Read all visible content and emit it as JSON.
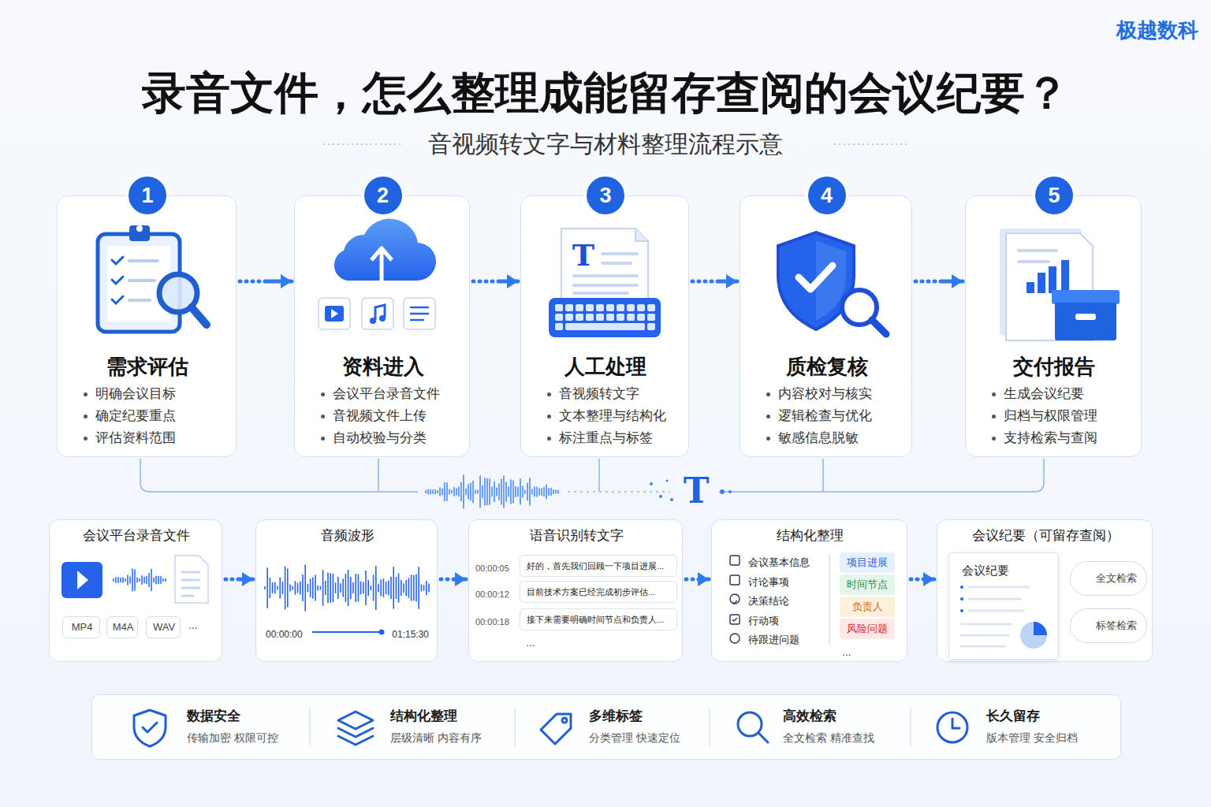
{
  "diagram": {
    "title": "录音文件，怎么整理成能留存查阅的会议纪要？",
    "caption": "音视频转文字与材料整理流程示意",
    "nodes": [
      {
        "text": [
          "1",
          "需求评估",
          "明确会议目标",
          "确定纪要重点",
          "评估资料范围"
        ]
      },
      {
        "text": [
          "2",
          "资料进入",
          "会议平台录音文件",
          "音视频文件上传",
          "自动校验与分类"
        ]
      },
      {
        "text": [
          "3",
          "人工处理",
          "音视频转文字",
          "文本整理与结构化",
          "标注重点与标签"
        ]
      },
      {
        "text": [
          "4",
          "质检复核",
          "内容校对与核实",
          "逻辑检查与优化",
          "敏感信息脱敏"
        ]
      },
      {
        "text": [
          "5",
          "交付报告",
          "生成会议纪要",
          "归档与权限管理",
          "支持检索与查阅"
        ]
      },
      {
        "text": [
          "会议平台录音文件",
          "..."
        ]
      },
      {
        "text": [
          "MP4"
        ],
        "in": 5
      },
      {
        "text": [
          "M4A"
        ],
        "in": 5
      },
      {
        "text": [
          "WAV"
        ],
        "in": 5
      },
      {
        "text": [
          "音频波形",
          "00:00:00",
          "01:15:30"
        ]
      },
      {
        "text": [
          "语音识别转文字",
          "00:00:05",
          "00:00:12",
          "00:00:18",
          "..."
        ]
      },
      {
        "text": [
          "好的，首先我们回顾一下项目进展..."
        ],
        "in": 10
      },
      {
        "text": [
          "目前技术方案已经完成初步评估..."
        ],
        "in": 10
      },
      {
        "text": [
          "接下来需要明确时间节点和负责人..."
        ],
        "in": 10
      },
      {
        "text": [
          "结构化整理",
          "会议基本信息",
          "讨论事项",
          "决策结论",
          "行动项",
          "待跟进问题",
          "..."
        ]
      },
      {
        "text": [
          "项目进展"
        ],
        "in": 14
      },
      {
        "text": [
          "时间节点"
        ],
        "in": 14
      },
      {
        "text": [
          "负责人"
        ],
        "in": 14
      },
      {
        "text": [
          "风险问题"
        ],
        "in": 14
      },
      {
        "text": [
          "会议纪要（可留存查阅）"
        ]
      },
      {
        "text": [
          "会议纪要"
        ],
        "in": 19
      },
      {
        "text": [
          "全文检索"
        ],
        "in": 19
      },
      {
        "text": [
          "标签检索"
        ],
        "in": 19
      },
      {
        "text": [
          "数据安全",
          "传输加密 权限可控",
          "结构化整理",
          "层级清晰 内容有序",
          "多维标签",
          "分类管理 快速定位",
          "高效检索",
          "全文检索 精准查找",
          "长久留存",
          "版本管理 安全归档"
        ]
      }
    ],
    "edges": [
      {
        "from": 0,
        "to": 1,
        "arrow": "to"
      },
      {
        "from": 1,
        "to": 2,
        "arrow": "to"
      },
      {
        "from": 2,
        "to": 3,
        "arrow": "to"
      },
      {
        "from": 3,
        "to": 4,
        "arrow": "to"
      },
      {
        "from": 5,
        "to": 9,
        "arrow": "to"
      },
      {
        "from": 9,
        "to": 10,
        "arrow": "to"
      },
      {
        "from": 10,
        "to": 14,
        "arrow": "to"
      },
      {
        "from": 14,
        "to": 19,
        "arrow": "to"
      }
    ],
    "labels": [
      "极越数科",
      "T",
      "T"
    ]
  }
}
